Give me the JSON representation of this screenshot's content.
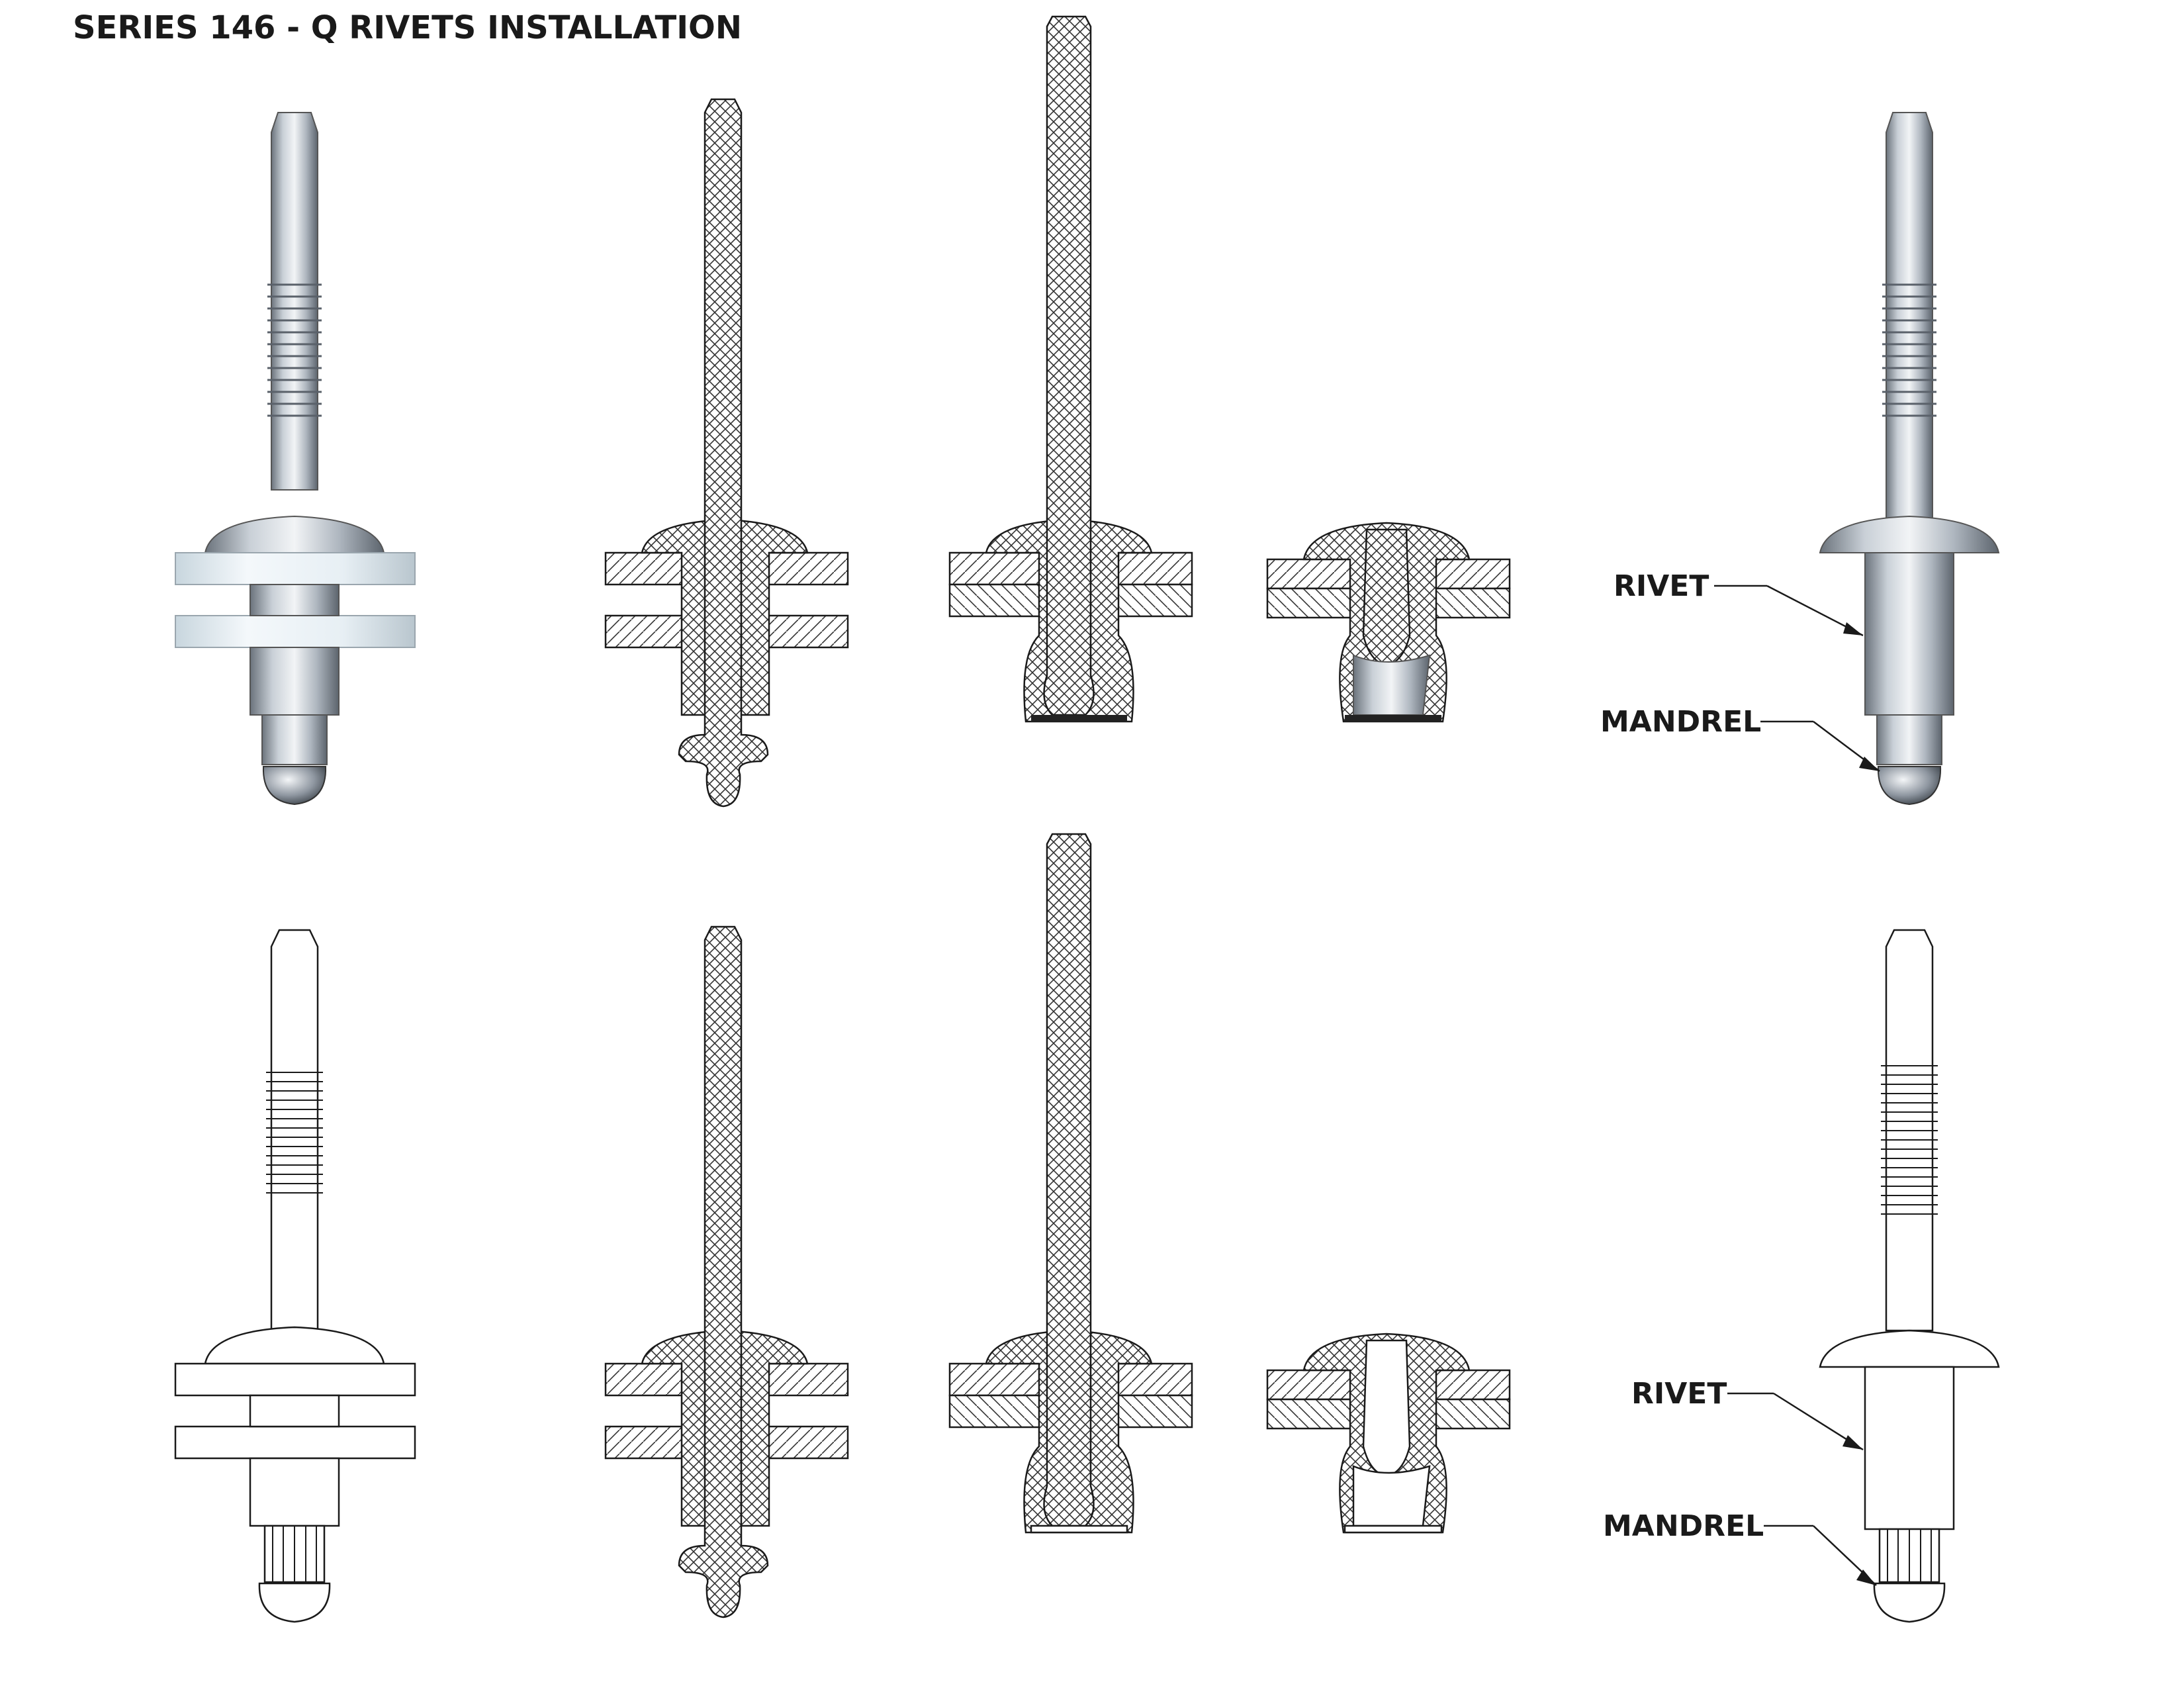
{
  "title": "SERIES 146 - Q RIVETS INSTALLATION",
  "callouts": {
    "rivet": "RIVET",
    "mandrel": "MANDREL"
  },
  "colors": {
    "line": "#1a1a1a",
    "metal_light": "#dfe3e8",
    "metal_mid": "#a9b1ba",
    "metal_dark": "#5f6770",
    "plate_glass": "#e9f3f8"
  }
}
